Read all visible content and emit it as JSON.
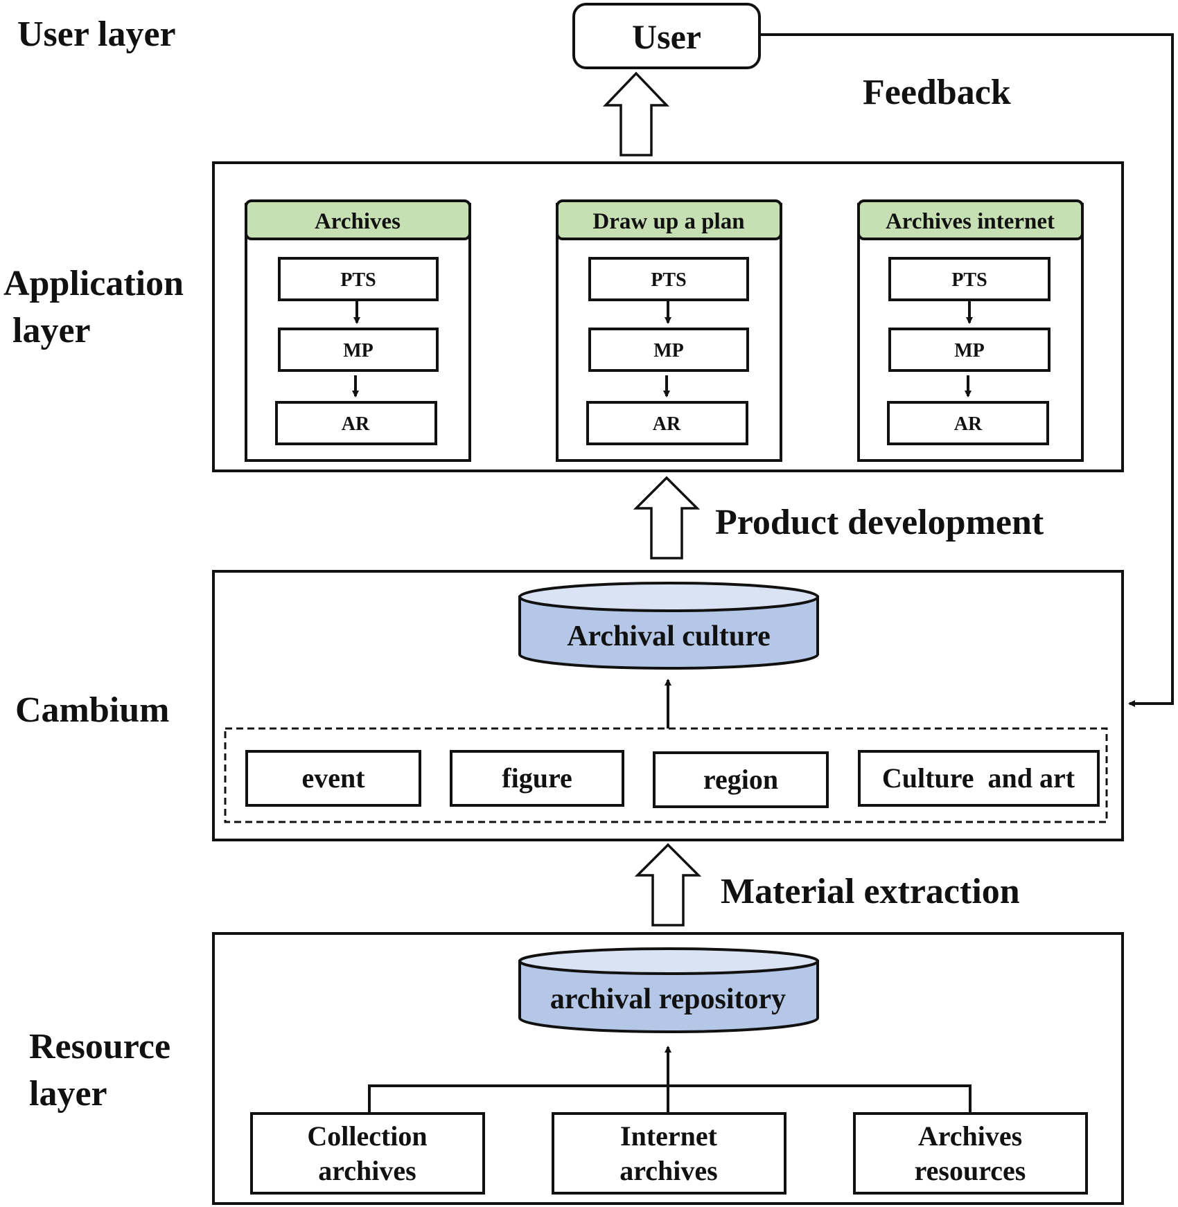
{
  "layers": {
    "user": "User layer",
    "application": [
      "Application",
      "layer"
    ],
    "cambium": "Cambium",
    "resource": [
      "Resource",
      "layer"
    ]
  },
  "user_box": "User",
  "flows": {
    "feedback": "Feedback",
    "product_development": "Product development",
    "material_extraction": "Material extraction"
  },
  "application": {
    "modules": [
      {
        "title": "Archives",
        "steps": [
          "PTS",
          "MP",
          "AR"
        ]
      },
      {
        "title": "Draw up a plan",
        "steps": [
          "PTS",
          "MP",
          "AR"
        ]
      },
      {
        "title": "Archives internet",
        "steps": [
          "PTS",
          "MP",
          "AR"
        ]
      }
    ]
  },
  "cambium": {
    "database": "Archival culture",
    "categories": [
      "event",
      "figure",
      "region",
      "Culture  and art"
    ]
  },
  "resource": {
    "database": "archival repository",
    "sources": [
      [
        "Collection",
        "archives"
      ],
      [
        "Internet",
        "archives"
      ],
      [
        "Archives",
        "resources"
      ]
    ]
  },
  "colors": {
    "module_header": "#c6e0b4",
    "database_fill": "#b4c7e7",
    "database_top": "#dae3f3",
    "stroke": "#111111"
  }
}
